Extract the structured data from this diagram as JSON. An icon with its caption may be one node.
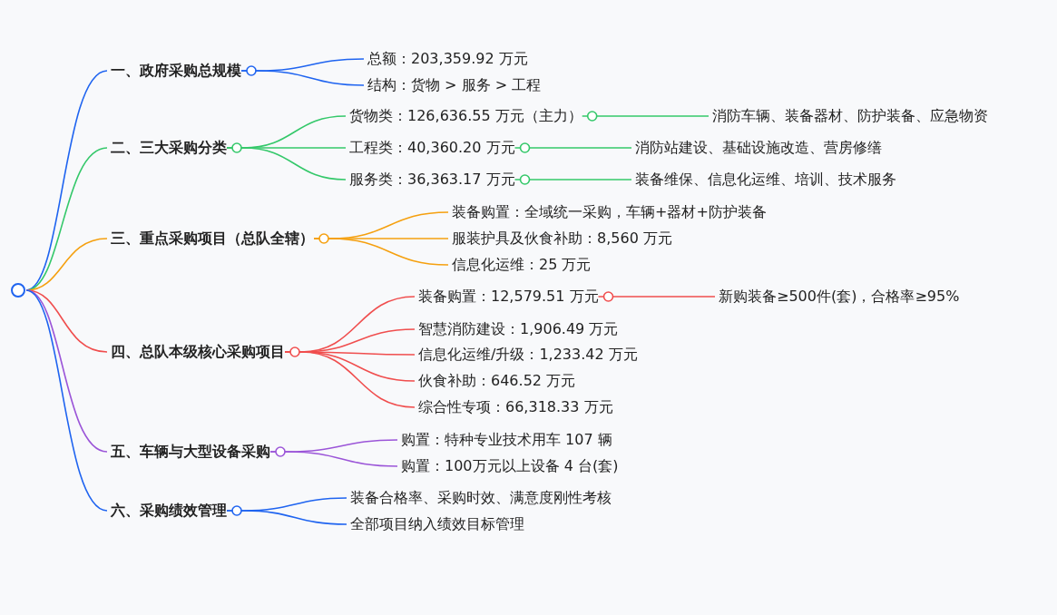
{
  "diagram": {
    "nodes": [
      {
        "text": [],
        "shape": "circle"
      },
      {
        "text": [
          "一、政府采购总规模"
        ]
      },
      {
        "text": [
          "总额：203,359.92 万元"
        ]
      },
      {
        "text": [
          "结构：货物 > 服务 > 工程"
        ]
      },
      {
        "text": [
          "二、三大采购分类"
        ]
      },
      {
        "text": [
          "货物类：126,636.55 万元（主力）"
        ]
      },
      {
        "text": [
          "消防车辆、装备器材、防护装备、应急物资"
        ]
      },
      {
        "text": [
          "工程类：40,360.20 万元"
        ]
      },
      {
        "text": [
          "消防站建设、基础设施改造、营房修缮"
        ]
      },
      {
        "text": [
          "服务类：36,363.17 万元"
        ]
      },
      {
        "text": [
          "装备维保、信息化运维、培训、技术服务"
        ]
      },
      {
        "text": [
          "三、重点采购项目（总队全辖）"
        ]
      },
      {
        "text": [
          "装备购置：全域统一采购，车辆+器材+防护装备"
        ]
      },
      {
        "text": [
          "服装护具及伙食补助：8,560 万元"
        ]
      },
      {
        "text": [
          "信息化运维：25 万元"
        ]
      },
      {
        "text": [
          "四、总队本级核心采购项目"
        ]
      },
      {
        "text": [
          "装备购置：12,579.51 万元"
        ]
      },
      {
        "text": [
          "新购装备≥500件(套)，合格率≥95%"
        ]
      },
      {
        "text": [
          "智慧消防建设：1,906.49 万元"
        ]
      },
      {
        "text": [
          "信息化运维/升级：1,233.42 万元"
        ]
      },
      {
        "text": [
          "伙食补助：646.52 万元"
        ]
      },
      {
        "text": [
          "综合性专项：66,318.33 万元"
        ]
      },
      {
        "text": [
          "五、车辆与大型设备采购"
        ]
      },
      {
        "text": [
          "购置：特种专业技术用车 107 辆"
        ]
      },
      {
        "text": [
          "购置：100万元以上设备 4 台(套)"
        ]
      },
      {
        "text": [
          "六、采购绩效管理"
        ]
      },
      {
        "text": [
          "装备合格率、采购时效、满意度刚性考核"
        ]
      },
      {
        "text": [
          "全部项目纳入绩效目标管理"
        ]
      }
    ],
    "edges": [
      {
        "from": 0,
        "to": 1,
        "arrow": "none",
        "color": "#1f64f0"
      },
      {
        "from": 0,
        "to": 4,
        "arrow": "none",
        "color": "#34c86a"
      },
      {
        "from": 0,
        "to": 11,
        "arrow": "none",
        "color": "#f5a00f"
      },
      {
        "from": 0,
        "to": 15,
        "arrow": "none",
        "color": "#f04e4e"
      },
      {
        "from": 0,
        "to": 22,
        "arrow": "none",
        "color": "#9b55d8"
      },
      {
        "from": 0,
        "to": 25,
        "arrow": "none",
        "color": "#1f64f0"
      },
      {
        "from": 1,
        "to": 2,
        "arrow": "none",
        "color": "#1f64f0"
      },
      {
        "from": 1,
        "to": 3,
        "arrow": "none",
        "color": "#1f64f0"
      },
      {
        "from": 4,
        "to": 5,
        "arrow": "none",
        "color": "#34c86a"
      },
      {
        "from": 5,
        "to": 6,
        "arrow": "none",
        "color": "#34c86a"
      },
      {
        "from": 4,
        "to": 7,
        "arrow": "none",
        "color": "#34c86a"
      },
      {
        "from": 7,
        "to": 8,
        "arrow": "none",
        "color": "#34c86a"
      },
      {
        "from": 4,
        "to": 9,
        "arrow": "none",
        "color": "#34c86a"
      },
      {
        "from": 9,
        "to": 10,
        "arrow": "none",
        "color": "#34c86a"
      },
      {
        "from": 11,
        "to": 12,
        "arrow": "none",
        "color": "#f5a00f"
      },
      {
        "from": 11,
        "to": 13,
        "arrow": "none",
        "color": "#f5a00f"
      },
      {
        "from": 11,
        "to": 14,
        "arrow": "none",
        "color": "#f5a00f"
      },
      {
        "from": 15,
        "to": 16,
        "arrow": "none",
        "color": "#f04e4e"
      },
      {
        "from": 16,
        "to": 17,
        "arrow": "none",
        "color": "#f04e4e"
      },
      {
        "from": 15,
        "to": 18,
        "arrow": "none",
        "color": "#f04e4e"
      },
      {
        "from": 15,
        "to": 19,
        "arrow": "none",
        "color": "#f04e4e"
      },
      {
        "from": 15,
        "to": 20,
        "arrow": "none",
        "color": "#f04e4e"
      },
      {
        "from": 15,
        "to": 21,
        "arrow": "none",
        "color": "#f04e4e"
      },
      {
        "from": 22,
        "to": 23,
        "arrow": "none",
        "color": "#9b55d8"
      },
      {
        "from": 22,
        "to": 24,
        "arrow": "none",
        "color": "#9b55d8"
      },
      {
        "from": 25,
        "to": 26,
        "arrow": "none",
        "color": "#1f64f0"
      },
      {
        "from": 25,
        "to": 27,
        "arrow": "none",
        "color": "#1f64f0"
      }
    ]
  }
}
